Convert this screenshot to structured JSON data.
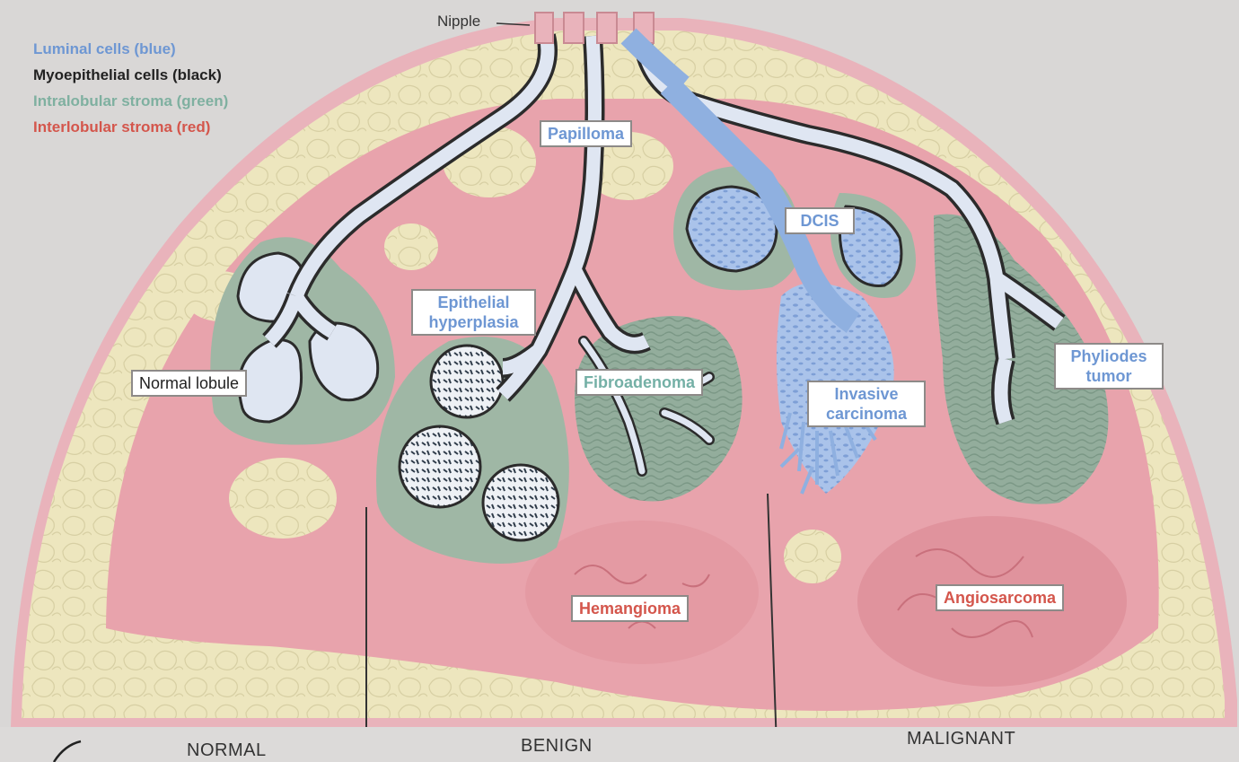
{
  "legend": {
    "luminal": "Luminal cells (blue)",
    "myoepithelial": "Myoepithelial cells (black)",
    "intralobular": "Intralobular stroma (green)",
    "interlobular": "Interlobular stroma (red)"
  },
  "labels": {
    "nipple": "Nipple",
    "papilloma": "Papilloma",
    "normal_lobule": "Normal lobule",
    "epithelial_1": "Epithelial",
    "epithelial_2": "hyperplasia",
    "fibroadenoma": "Fibroadenoma",
    "dcis": "DCIS",
    "invasive_1": "Invasive",
    "invasive_2": "carcinoma",
    "phyllodes_1": "Phyliodes",
    "phyllodes_2": "tumor",
    "hemangioma": "Hemangioma",
    "angiosarcoma": "Angiosarcoma"
  },
  "regions": {
    "normal": "NORMAL",
    "benign": "BENIGN",
    "malignant": "MALIGNANT"
  },
  "colors": {
    "luminal": "#8fb0e0",
    "myoepithelial": "#2b2b2b",
    "intralobular": "#9fb7a5",
    "interlobular": "#e8a3ac",
    "fat": "#ede6be",
    "background": "#d9d7d6"
  }
}
